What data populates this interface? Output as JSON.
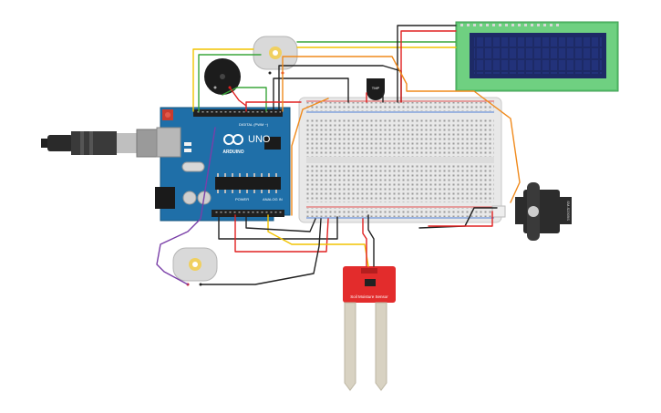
{
  "arduino": {
    "brand": "ARDUINO",
    "model": "UNO",
    "digital_label": "DIGITAL (PWM ~)",
    "power_label": "POWER",
    "analog_label": "ANALOG IN"
  },
  "soil_sensor": {
    "label": "Soil Moisture Sensor"
  },
  "temperature_sensor": {
    "label": "TMP"
  },
  "servo": {
    "label": "SM-S2309S"
  },
  "colors": {
    "board": "#1f6fa8",
    "breadboard": "#e8e8e8",
    "lcd_frame": "#5cc470",
    "lcd_screen": "#1d2a66",
    "sensor_red": "#e32c2c",
    "wire_red": "#e02020",
    "wire_black": "#222222",
    "wire_orange": "#f08a1c",
    "wire_yellow": "#f2c400",
    "wire_green": "#3aa63a",
    "wire_purple": "#7a3fa8"
  },
  "icons": [
    "usb-cable-icon",
    "buzzer-icon",
    "dc-motor-icon",
    "servo-icon",
    "lcd-icon",
    "temperature-sensor-icon",
    "soil-moisture-sensor-icon"
  ]
}
